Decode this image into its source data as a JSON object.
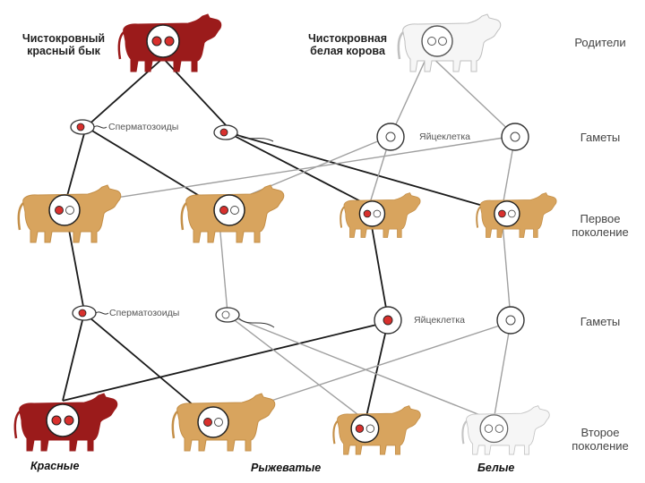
{
  "labels": {
    "parent_bull": "Чистокровный\nкрасный бык",
    "parent_cow": "Чистокровная\nбелая корова",
    "row_parents": "Родители",
    "row_gametes_1": "Гаметы",
    "row_first_gen": "Первое\nпоколение",
    "row_gametes_2": "Гаметы",
    "row_second_gen": "Второе\nпоколение",
    "sperm_1": "Сперматозоиды",
    "egg_1": "Яйцеклетка",
    "sperm_2": "Сперматозоиды",
    "egg_2": "Яйцеклетка",
    "pheno_red": "Красные",
    "pheno_roan": "Рыжеватые",
    "pheno_white": "Белые"
  },
  "colors": {
    "red_cattle": "#9b1b1b",
    "roan_cattle": "#d8a45e",
    "white_cattle": "#f4f4f4",
    "allele_red": "#d8302d",
    "line_dark": "#1a1a1a",
    "line_light": "#9a9a9a"
  }
}
